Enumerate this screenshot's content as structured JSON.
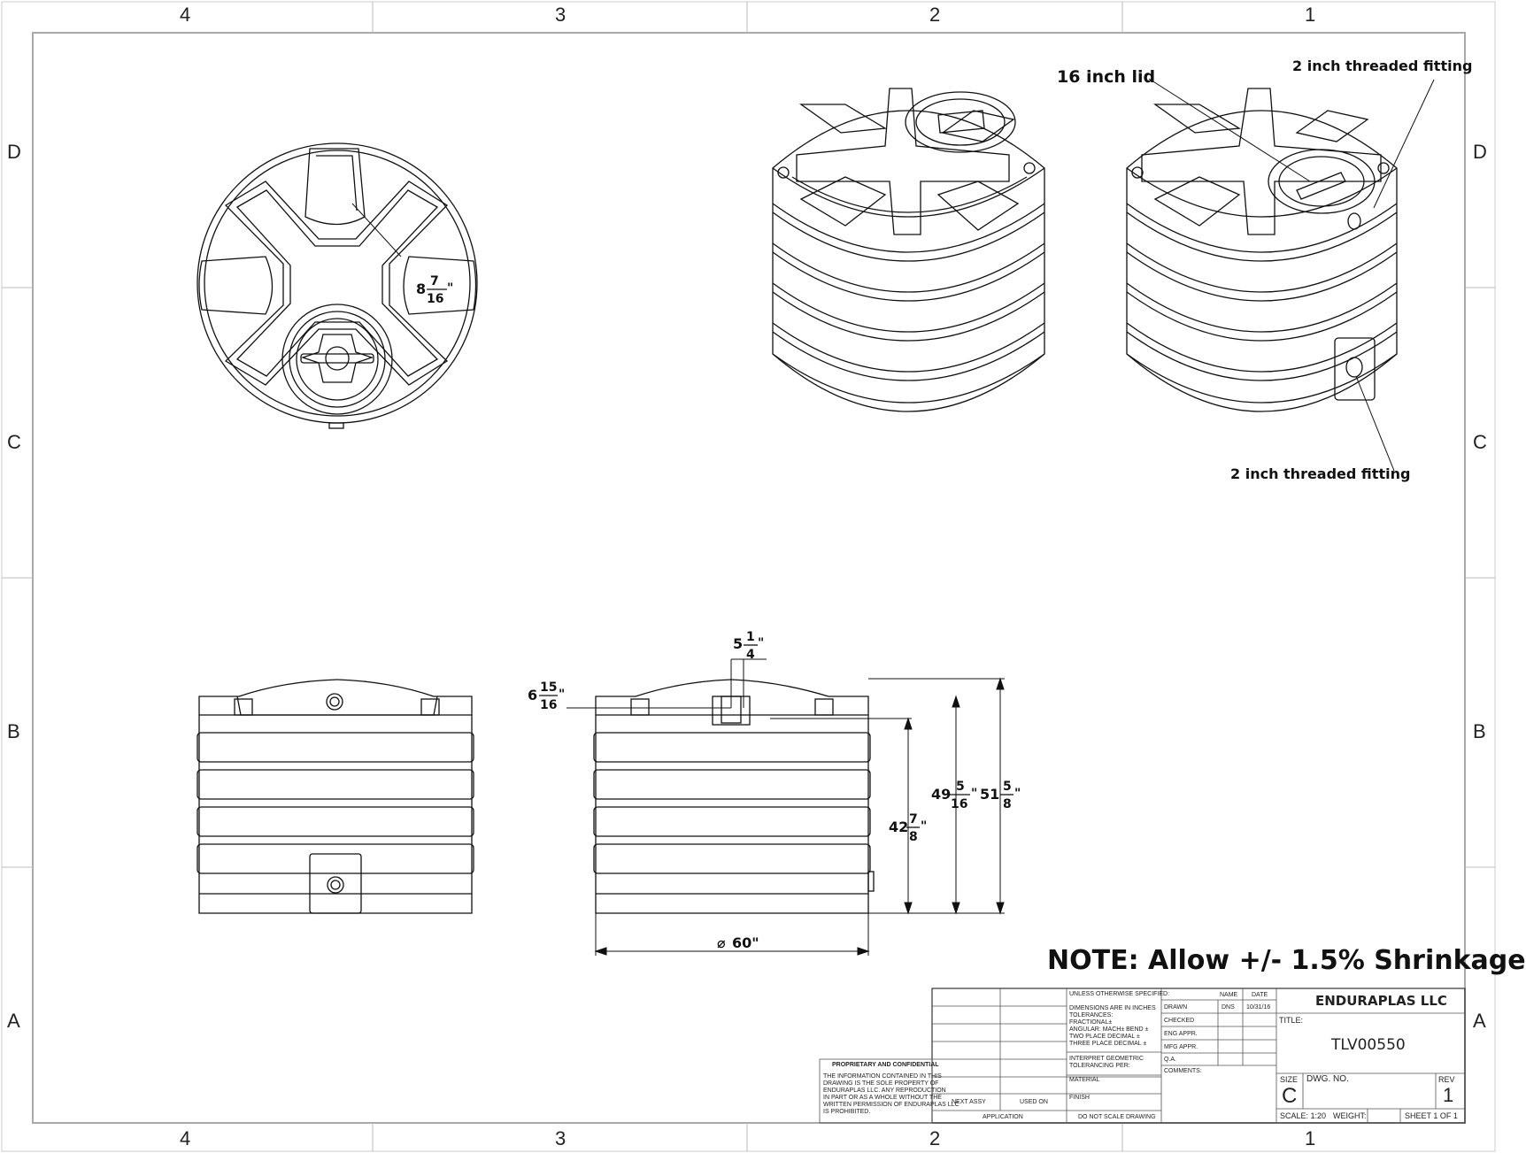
{
  "zones": {
    "columns": [
      "4",
      "3",
      "2",
      "1"
    ],
    "rows": [
      "D",
      "C",
      "B",
      "A"
    ]
  },
  "callouts": {
    "lid": "16 inch lid",
    "fitting_top": "2 inch threaded fitting",
    "fitting_side": "2 inch threaded fitting"
  },
  "dimensions": {
    "top_offset": {
      "whole": "8",
      "num": "7",
      "den": "16",
      "unit": "\""
    },
    "lid_height": {
      "whole": "5",
      "num": "1",
      "den": "4",
      "unit": "\""
    },
    "rim_height": {
      "whole": "6",
      "num": "15",
      "den": "16",
      "unit": "\""
    },
    "body_height": {
      "whole": "42",
      "num": "7",
      "den": "8",
      "unit": "\""
    },
    "shoulder_height": {
      "whole": "49",
      "num": "5",
      "den": "16",
      "unit": "\""
    },
    "overall_height": {
      "whole": "51",
      "num": "5",
      "den": "8",
      "unit": "\""
    },
    "diameter": {
      "symbol": "⌀",
      "value": "60\""
    }
  },
  "note": "NOTE: Allow +/- 1.5% Shrinkage",
  "title_block": {
    "proprietary_title": "PROPRIETARY AND CONFIDENTIAL",
    "proprietary_lines": [
      "THE INFORMATION CONTAINED IN THIS",
      "DRAWING IS THE SOLE PROPERTY OF",
      "ENDURAPLAS LLC.  ANY REPRODUCTION",
      "IN PART OR AS A WHOLE WITHOUT THE",
      "WRITTEN PERMISSION OF ENDURAPLAS LLC",
      "IS PROHIBITED."
    ],
    "next_assy": "NEXT ASSY",
    "used_on": "USED ON",
    "application": "APPLICATION",
    "unless": "UNLESS OTHERWISE SPECIFIED:",
    "tolerance_lines": [
      "DIMENSIONS ARE IN INCHES",
      "TOLERANCES:",
      "FRACTIONAL±",
      "ANGULAR: MACH±    BEND ±",
      "TWO PLACE DECIMAL    ±",
      "THREE PLACE DECIMAL  ±"
    ],
    "interpret": [
      "INTERPRET GEOMETRIC",
      "TOLERANCING PER:"
    ],
    "material": "MATERIAL",
    "finish": "FINISH",
    "do_not_scale": "DO NOT SCALE DRAWING",
    "hdr_name": "NAME",
    "hdr_date": "DATE",
    "rows": [
      {
        "label": "DRAWN",
        "name": "DNS",
        "date": "10/31/16"
      },
      {
        "label": "CHECKED",
        "name": "",
        "date": ""
      },
      {
        "label": "ENG APPR.",
        "name": "",
        "date": ""
      },
      {
        "label": "MFG APPR.",
        "name": "",
        "date": ""
      },
      {
        "label": "Q.A.",
        "name": "",
        "date": ""
      }
    ],
    "comments": "COMMENTS:",
    "company": "ENDURAPLAS LLC",
    "title_label": "TITLE:",
    "title": "TLV00550",
    "size_label": "SIZE",
    "size": "C",
    "dwg_no_label": "DWG.  NO.",
    "rev_label": "REV",
    "rev": "1",
    "scale": "SCALE: 1:20",
    "weight": "WEIGHT:",
    "sheet": "SHEET 1 OF 1"
  }
}
